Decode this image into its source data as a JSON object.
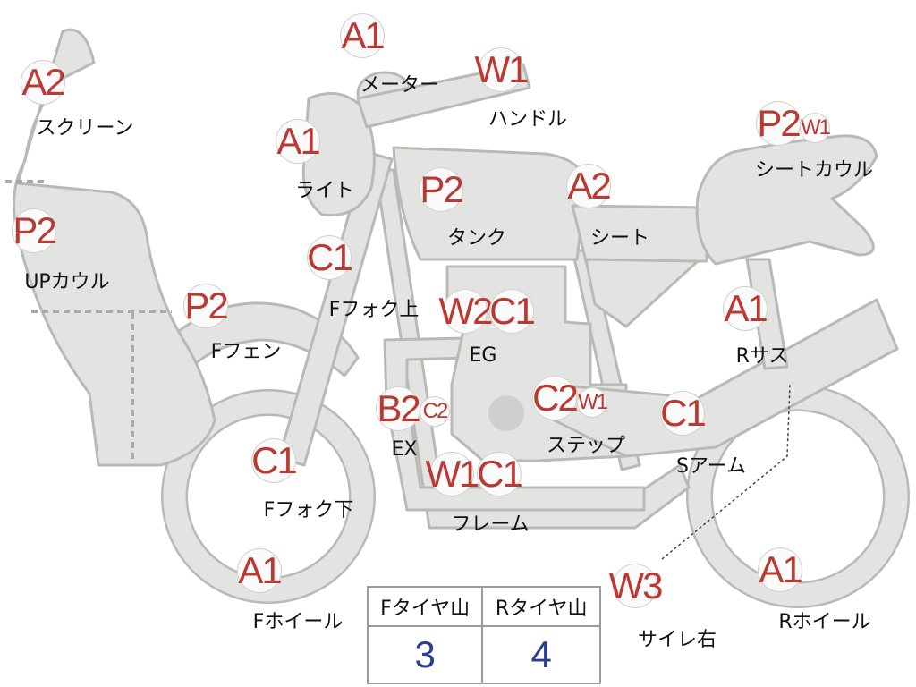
{
  "parts": [
    {
      "key": "screen",
      "label": "スクリーン",
      "badges": [
        "A2"
      ]
    },
    {
      "key": "meter",
      "label": "メーター",
      "badges": [
        "A1"
      ]
    },
    {
      "key": "handle",
      "label": "ハンドル",
      "badges": [
        "W1"
      ]
    },
    {
      "key": "light",
      "label": "ライト",
      "badges": [
        "A1"
      ]
    },
    {
      "key": "seat-cowl",
      "label": "シートカウル",
      "badges": [
        "P2",
        "W1"
      ]
    },
    {
      "key": "tank",
      "label": "タンク",
      "badges": [
        "P2"
      ]
    },
    {
      "key": "seat",
      "label": "シート",
      "badges": [
        "A2"
      ]
    },
    {
      "key": "up-cowl",
      "label": "UPカウル",
      "badges": [
        "P2"
      ]
    },
    {
      "key": "f-fork-upper",
      "label": "Fフォク上",
      "badges": [
        "C1"
      ]
    },
    {
      "key": "f-fender",
      "label": "Fフェン",
      "badges": [
        "P2"
      ]
    },
    {
      "key": "eg",
      "label": "EG",
      "badges": [
        "W2",
        "C1"
      ]
    },
    {
      "key": "r-sus",
      "label": "Rサス",
      "badges": [
        "A1"
      ]
    },
    {
      "key": "ex",
      "label": "EX",
      "badges": [
        "B2",
        "C2"
      ]
    },
    {
      "key": "step",
      "label": "ステップ",
      "badges": [
        "C2",
        "W1"
      ]
    },
    {
      "key": "s-arm",
      "label": "Sアーム",
      "badges": [
        "C1"
      ]
    },
    {
      "key": "f-fork-lower",
      "label": "Fフォク下",
      "badges": [
        "C1"
      ]
    },
    {
      "key": "frame",
      "label": "フレーム",
      "badges": [
        "W1",
        "C1"
      ]
    },
    {
      "key": "f-wheel",
      "label": "Fホイール",
      "badges": [
        "A1"
      ]
    },
    {
      "key": "silencer-r",
      "label": "サイレ右",
      "badges": [
        "W3"
      ]
    },
    {
      "key": "r-wheel",
      "label": "Rホイール",
      "badges": [
        "A1"
      ]
    }
  ],
  "tire_table": {
    "headers": [
      "Fタイヤ山",
      "Rタイヤ山"
    ],
    "values": [
      "3",
      "4"
    ]
  },
  "colors": {
    "badge_text": "#b83a33",
    "value_text": "#2d3e8f",
    "part_fill": "#e3e3e1"
  }
}
